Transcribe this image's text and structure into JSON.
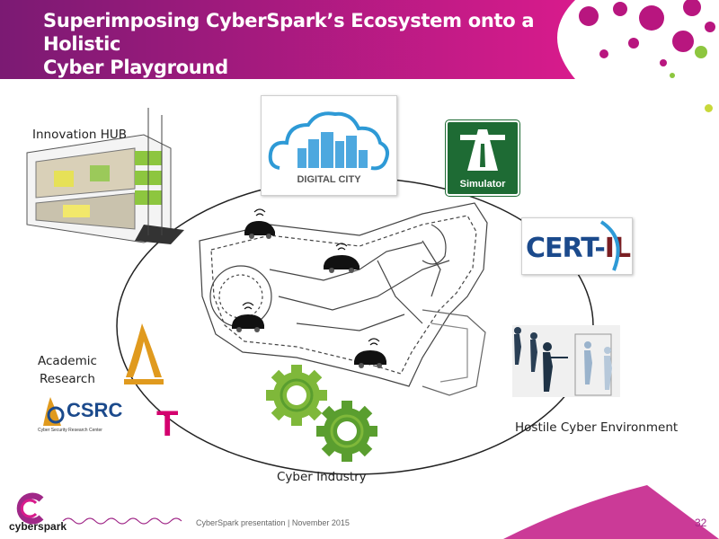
{
  "slide": {
    "title_line1": "Superimposing CyberSpark’s Ecosystem onto a Holistic",
    "title_line2": "Cyber Playground"
  },
  "labels": {
    "innovation_hub": "Innovation HUB",
    "academic_line1": "Academic",
    "academic_line2": "Research",
    "hostile": "Hostile Cyber Environment",
    "industry": "Cyber Industry"
  },
  "logos": {
    "digital_city": "DIGITAL CITY",
    "simulator": "Simulator",
    "cert_prefix": "CERT-",
    "cert_suffix": "IL",
    "csrc": "CSRC",
    "csrc_sub": "Cyber Security Research Center",
    "t_mark": "T"
  },
  "footer": {
    "brand": "cyberspark",
    "text": "CyberSpark presentation   |  November 2015",
    "page": "32"
  },
  "colors": {
    "banner_start": "#7b1a73",
    "banner_end": "#d81b8c",
    "accent_green": "#8dc63f",
    "gear_green": "#5a9e2f"
  }
}
